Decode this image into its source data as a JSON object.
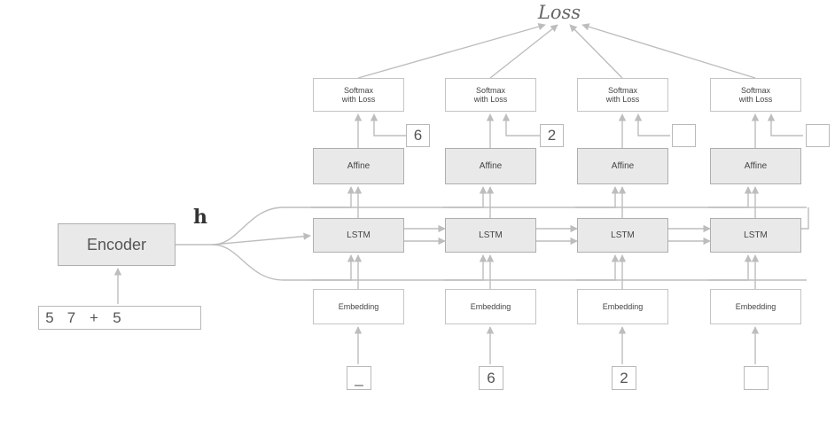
{
  "loss_label": "Loss",
  "hidden_label": "h",
  "encoder_label": "Encoder",
  "encoder_input_tokens": [
    "5",
    "7",
    "+",
    "5",
    "",
    "",
    ""
  ],
  "decoder_columns": [
    {
      "softmax_label": "Softmax\nwith Loss",
      "affine_label": "Affine",
      "lstm_label": "LSTM",
      "embedding_label": "Embedding",
      "input_token": "_",
      "target_token": "6"
    },
    {
      "softmax_label": "Softmax\nwith Loss",
      "affine_label": "Affine",
      "lstm_label": "LSTM",
      "embedding_label": "Embedding",
      "input_token": "6",
      "target_token": "2"
    },
    {
      "softmax_label": "Softmax\nwith Loss",
      "affine_label": "Affine",
      "lstm_label": "LSTM",
      "embedding_label": "Embedding",
      "input_token": "2",
      "target_token": ""
    },
    {
      "softmax_label": "Softmax\nwith Loss",
      "affine_label": "Affine",
      "lstm_label": "LSTM",
      "embedding_label": "Embedding",
      "input_token": "",
      "target_token": ""
    }
  ],
  "colors": {
    "arrow": "#bdbdbd",
    "gray_box": "#e9e9e9",
    "box_border": "#aeaeae"
  }
}
